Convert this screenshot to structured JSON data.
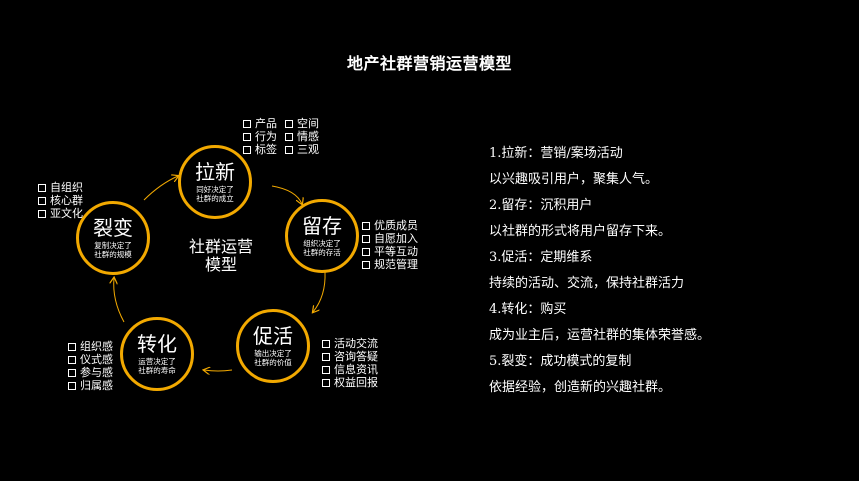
{
  "title": "地产社群营销运营模型",
  "center_label": [
    "社群运营",
    "模型"
  ],
  "nodes": [
    {
      "id": "laxin",
      "name": "拉新",
      "desc": [
        "同好决定了",
        "社群的成立"
      ]
    },
    {
      "id": "liucun",
      "name": "留存",
      "desc": [
        "组织决定了",
        "社群的存活"
      ]
    },
    {
      "id": "cuhuo",
      "name": "促活",
      "desc": [
        "输出决定了",
        "社群的价值"
      ]
    },
    {
      "id": "zhuanhua",
      "name": "转化",
      "desc": [
        "运营决定了",
        "社群的寿命"
      ]
    },
    {
      "id": "liebian",
      "name": "裂变",
      "desc": [
        "复制决定了",
        "社群的规模"
      ]
    }
  ],
  "tag_groups": {
    "laxin": [
      "产品",
      "空间",
      "行为",
      "情感",
      "标签",
      "三观"
    ],
    "liucun": [
      "优质成员",
      "自愿加入",
      "平等互动",
      "规范管理"
    ],
    "cuhuo": [
      "活动交流",
      "咨询答疑",
      "信息资讯",
      "权益回报"
    ],
    "zhuanhua": [
      "组织感",
      "仪式感",
      "参与感",
      "归属感"
    ],
    "liebian": [
      "自组织",
      "核心群",
      "亚文化"
    ]
  },
  "steps": [
    {
      "heading": "1.拉新：营销/案场活动",
      "detail": "以兴趣吸引用户，聚集人气。"
    },
    {
      "heading": "2.留存：沉积用户",
      "detail": "以社群的形式将用户留存下来。"
    },
    {
      "heading": "3.促活：定期维系",
      "detail": "持续的活动、交流，保持社群活力"
    },
    {
      "heading": "4.转化：购买",
      "detail": "成为业主后，运营社群的集体荣誉感。"
    },
    {
      "heading": "5.裂变：成功模式的复制",
      "detail": "依据经验，创造新的兴趣社群。"
    }
  ],
  "colors": {
    "ring": "#f2a900",
    "arrow": "#f2a900",
    "text": "#ffffff",
    "background": "#000000"
  }
}
